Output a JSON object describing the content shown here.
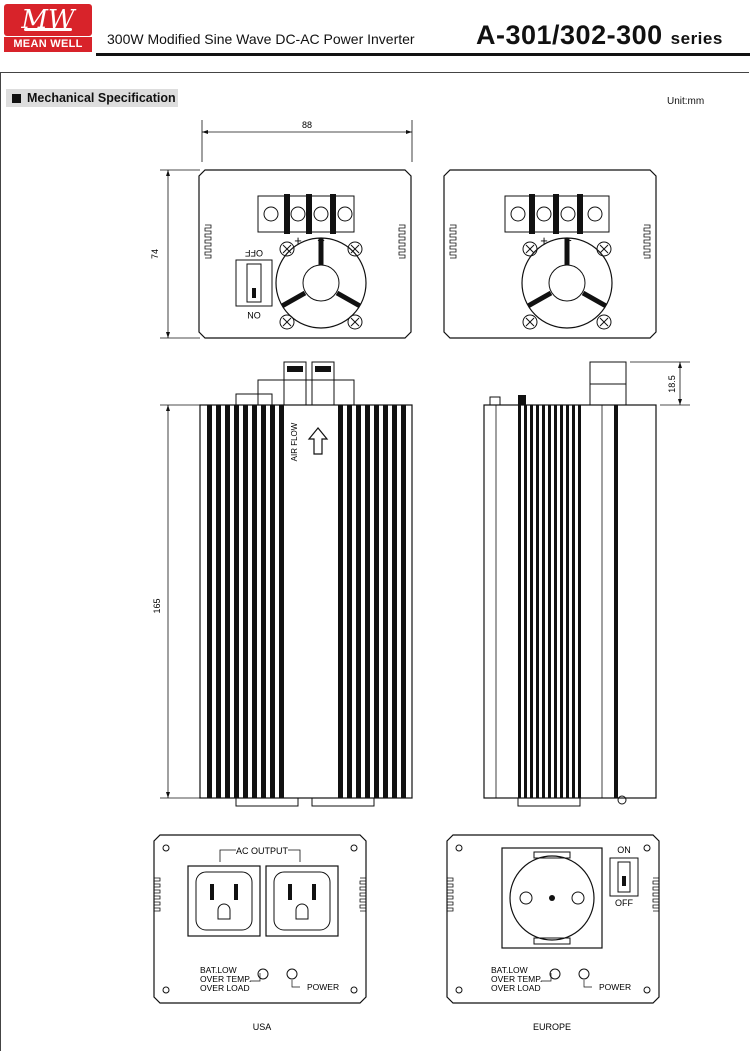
{
  "header": {
    "logo_mark": "MW",
    "logo_text": "MEAN WELL",
    "subtitle": "300W Modified Sine Wave DC-AC Power Inverter",
    "series_title": "A-301/302-300",
    "series_suffix": "series"
  },
  "section": {
    "title": "Mechanical Specification",
    "unit": "Unit:mm"
  },
  "dimensions": {
    "width": "88",
    "height": "74",
    "length": "165",
    "protrusion": "18.5"
  },
  "front_panel": {
    "switch_on": "ON",
    "switch_off": "OFF",
    "positive": "+",
    "negative": "−",
    "airflow": "AIR FLOW"
  },
  "rear_panel": {
    "ac_output": "AC OUTPUT",
    "indicators": [
      "BAT.LOW",
      "OVER TEMP.",
      "OVER LOAD"
    ],
    "power": "POWER",
    "switch_on": "ON",
    "switch_off": "OFF",
    "usa_caption": "USA",
    "europe_caption": "EUROPE"
  }
}
